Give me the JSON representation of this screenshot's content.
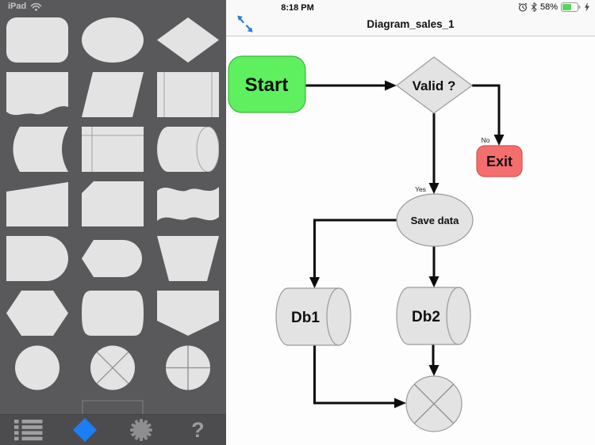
{
  "status_bar": {
    "device": "iPad",
    "time": "8:18 PM",
    "battery_percent": "58%",
    "battery_color": "#58d65c"
  },
  "header": {
    "title": "Diagram_sales_1",
    "expand_color": "#2e7cd8"
  },
  "palette": {
    "background": "#59595b",
    "shape_fill": "#e3e3e3",
    "shapes": [
      "rounded-rectangle",
      "ellipse",
      "diamond",
      "document",
      "parallelogram",
      "predefined-process",
      "stored-data",
      "internal-storage",
      "direct-access-storage",
      "manual-input",
      "card",
      "tape-flag",
      "delay",
      "display",
      "manual-operation",
      "preparation-hexagon",
      "loop-limit",
      "off-page-connector",
      "circle",
      "summing-junction",
      "or-junction",
      "semicircle",
      "rectangle-outline"
    ]
  },
  "toolbar": {
    "background": "#4c4c4e",
    "active_color": "#1b7ef2",
    "items": [
      "shape-list",
      "shapes",
      "settings",
      "help"
    ],
    "help_label": "?"
  },
  "flowchart": {
    "nodes": {
      "start": {
        "label": "Start",
        "fill": "#5ef05e"
      },
      "decision": {
        "label": "Valid ?",
        "fill": "#e3e3e3"
      },
      "exit": {
        "label": "Exit",
        "fill": "#f56e6e"
      },
      "save_data": {
        "label": "Save data",
        "fill": "#e3e3e3"
      },
      "db1": {
        "label": "Db1",
        "fill": "#e3e3e3"
      },
      "db2": {
        "label": "Db2",
        "fill": "#e3e3e3"
      },
      "junction": {
        "fill": "#e3e3e3"
      }
    },
    "edges": {
      "yes_label": "Yes",
      "no_label": "No"
    }
  }
}
